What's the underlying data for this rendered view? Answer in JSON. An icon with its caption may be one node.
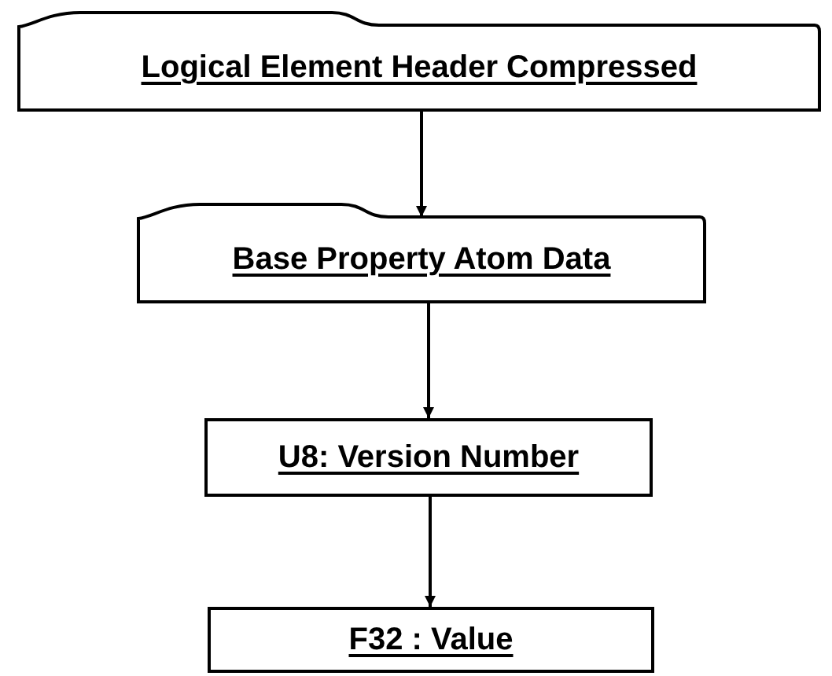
{
  "diagram": {
    "nodes": [
      {
        "text": [
          "Logical Element Header Compressed"
        ]
      },
      {
        "text": [
          "Base Property Atom Data"
        ]
      },
      {
        "text": [
          "U8: Version Number"
        ]
      },
      {
        "text": [
          "F32 : Value"
        ]
      }
    ],
    "edges": [
      {
        "from": 0,
        "to": 1,
        "arrow": "to"
      },
      {
        "from": 1,
        "to": 2,
        "arrow": "to"
      },
      {
        "from": 2,
        "to": 3,
        "arrow": "to"
      }
    ]
  }
}
